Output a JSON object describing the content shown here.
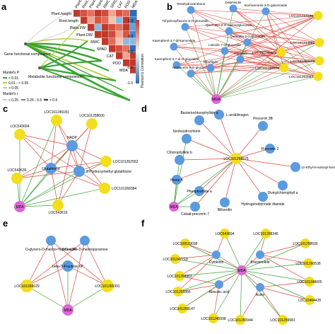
{
  "panel_labels": [
    "a",
    "b",
    "c",
    "d",
    "e",
    "f"
  ],
  "panel_a": {
    "variables": [
      "Plant.height",
      "Root.length",
      "Plant.FW",
      "Plant.DW",
      "RWC",
      "SPAD",
      "CAT",
      "POD",
      "MDA"
    ],
    "composition_labels": [
      "Gene functional composition",
      "Metabolite functional composition"
    ],
    "legend_p_title": "Mantel's P",
    "legend_p_items": [
      "< 0.01",
      "0.01 - < 0.05",
      "> 0.05"
    ],
    "legend_r_title": "Mantel's r",
    "legend_r_items": [
      "< 0.25",
      "0.25 - 0.5",
      "> 0.5"
    ],
    "colorbar_label": "Pearson's Correlation",
    "colorbar_ticks": [
      "1.0",
      "0.5",
      "0.0",
      "-0.5",
      "-1.0"
    ],
    "colors": {
      "high": "#c0392b",
      "low": "#2e6db4",
      "green": "#3aa335",
      "yellowgreen": "#b5cc33",
      "gray": "#c8c8c8"
    }
  },
  "panel_b": {
    "metabolites": [
      "Tetrahydroxanthone",
      "Delphinidin",
      "Isorhamnetin-3-O-galactoside",
      "Trihydroxyflavone 5-O-glucoside",
      "Kaempferol-3,7-dirhamnoside",
      "Quercetin-3-O-malonylglucoside",
      "Kaempferol-3,7-di-O-glucoside",
      "Luteolin 7-O-glucoside",
      "Glycitein",
      "Herbacetin 8-O-glucoside",
      "Riboflavin",
      "Quercetin 3-O-glucoside"
    ],
    "genes": [
      "LOC101244196",
      "LOC101244661",
      "LOC101258171",
      "LOC101262173",
      "LOC101260278",
      "LOC101262063"
    ],
    "center": "MDA"
  },
  "panel_c": {
    "nodes": [
      "LOC101245181",
      "LOC101258600",
      "LOC543694",
      "NADP",
      "LOC101262552",
      "Glutathione",
      "S-Hydroxymethyl glutathione",
      "LOC543636",
      "LOC101266084",
      "MDA",
      "LOC543616"
    ]
  },
  "panel_d": {
    "nodes": [
      "L-urobilinogen",
      "Bacteriochlorophyllide a",
      "Siroheydrochlorin",
      "Precorrin 3B",
      "Precorrin 2",
      "Chlorophyllide b",
      "LOC101258976",
      "12-Ethyl-8-isobutyl-bacteriochlorophyllide d",
      "Heme A",
      "Divinylchlorophyll a",
      "Pheophorbide a",
      "Hydrogenobyrinate diamide",
      "Cobalt-precorrin 7",
      "Biliverdin",
      "MDA"
    ]
  },
  "panel_e": {
    "nodes": [
      "D-glycero-D-manno-Heptose-7P",
      "3-O-alpha-D-mannopyranose",
      "beta-D-Fructose-6P",
      "LOC101266629",
      "LOC101265391",
      "MDA"
    ]
  },
  "panel_f": {
    "nodes": [
      "LOC543694",
      "LOC101258345",
      "LOC109119038",
      "LOC101258926",
      "LOC101247719",
      "Cytokinin",
      "Brassinolide",
      "LOC101258963",
      "LOC101260538",
      "MDA",
      "LOC101248065",
      "LOC101256856",
      "Abscisic acid",
      "Auxin",
      "LOC10464435",
      "LOC101268147",
      "LOC101245998",
      "LOC101250944",
      "LOC101259981"
    ]
  }
}
